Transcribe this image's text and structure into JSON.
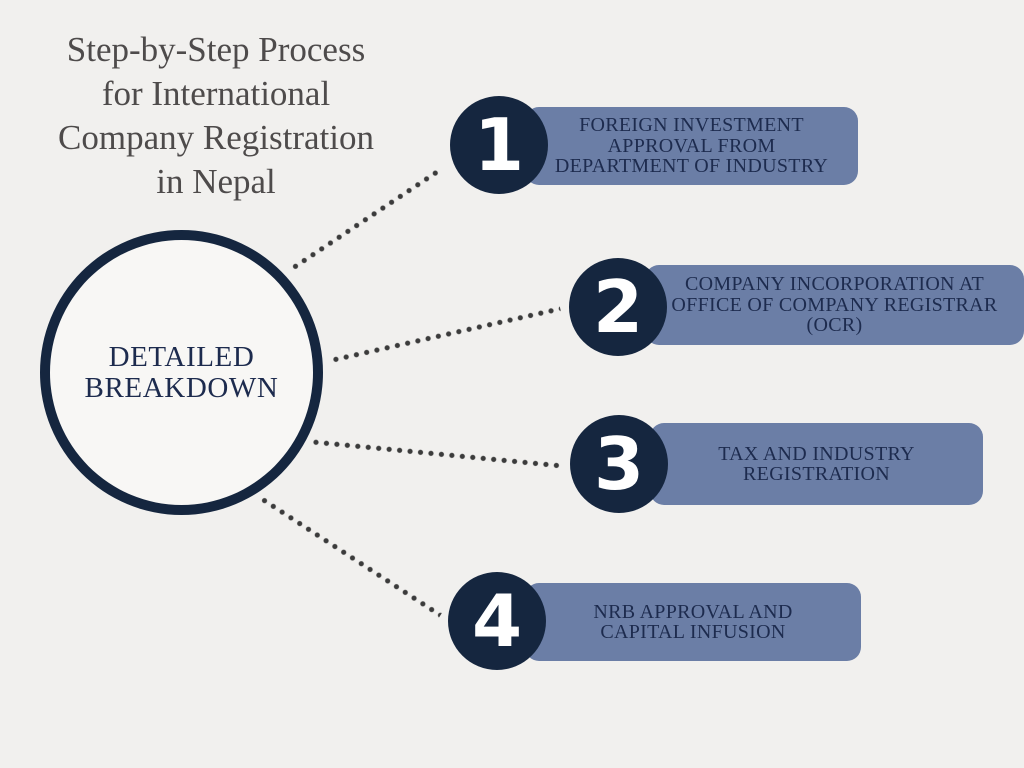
{
  "infographic": {
    "title_lines": [
      "Step-by-Step Process",
      "for International",
      "Company Registration",
      "in Nepal"
    ],
    "center_label_lines": [
      "DETAILED",
      "BREAKDOWN"
    ],
    "steps": [
      {
        "number": "1",
        "label_lines": [
          "FOREIGN INVESTMENT",
          "APPROVAL FROM",
          "DEPARTMENT OF INDUSTRY"
        ]
      },
      {
        "number": "2",
        "label_lines": [
          "COMPANY INCORPORATION AT",
          "OFFICE OF COMPANY REGISTRAR",
          "(OCR)"
        ]
      },
      {
        "number": "3",
        "label_lines": [
          "TAX AND INDUSTRY",
          "REGISTRATION"
        ]
      },
      {
        "number": "4",
        "label_lines": [
          "NRB APPROVAL AND",
          "CAPITAL INFUSION"
        ]
      }
    ],
    "colors": {
      "background": "#f1f0ee",
      "navy": "#15263f",
      "step_box_blue": "#6b7ea6",
      "title_gray": "#4e4b4b",
      "step_text_navy": "#1d2b4e",
      "connector_dot_gray": "#3b3b3b"
    }
  }
}
